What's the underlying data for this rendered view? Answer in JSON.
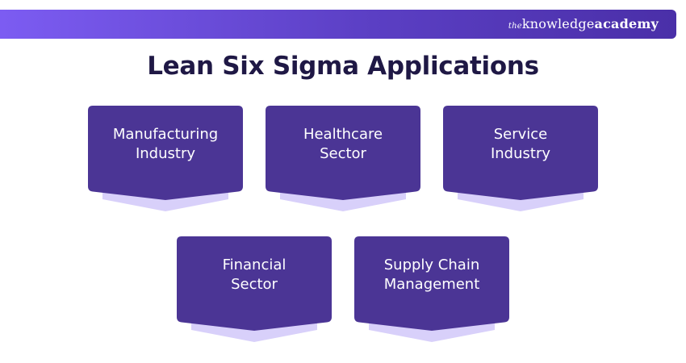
{
  "brand": {
    "prefix": "the",
    "word1": "knowledge",
    "word2": "academy"
  },
  "title": "Lean Six Sigma Applications",
  "colors": {
    "card": "#4b3595",
    "shadow": "#d8d0fa",
    "title": "#1f1845"
  },
  "applications": [
    {
      "label": "Manufacturing\nIndustry"
    },
    {
      "label": "Healthcare\nSector"
    },
    {
      "label": "Service\nIndustry"
    },
    {
      "label": "Financial\nSector"
    },
    {
      "label": "Supply Chain\nManagement"
    }
  ]
}
